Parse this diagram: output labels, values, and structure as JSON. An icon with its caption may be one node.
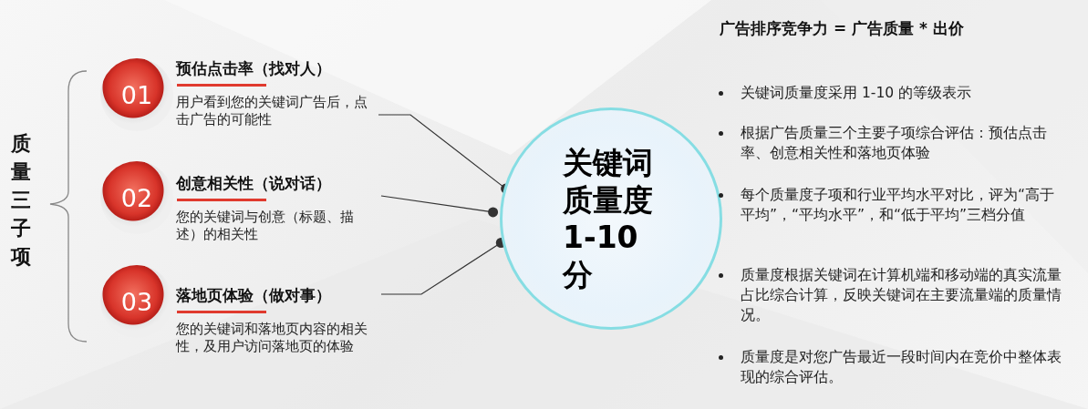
{
  "diagram": {
    "title": "广告排序竞争力 = 广告质量 * 出价",
    "nodes": [
      {
        "text": [
          "01"
        ]
      },
      {
        "text": [
          "预估点击率（找对人）",
          "用户看到您的关键词广告后，点击广告的可能性"
        ]
      },
      {
        "text": [
          "02"
        ]
      },
      {
        "text": [
          "创意相关性（说对话）",
          "您的关键词与创意（标题、描述）的相关性"
        ]
      },
      {
        "text": [
          "03"
        ]
      },
      {
        "text": [
          "落地页体验（做对事）",
          "您的关键词和落地页内容的相关性，及用户访问落地页的体验"
        ]
      },
      {
        "text": [
          "关键词质量度1-10分"
        ]
      }
    ],
    "edges": [
      {
        "from": 1,
        "to": 6,
        "arrow": "other"
      },
      {
        "from": 3,
        "to": 6,
        "arrow": "other"
      },
      {
        "from": 5,
        "to": 6,
        "arrow": "other"
      }
    ],
    "labels": [
      "质量三子项",
      "关键词质量度采用 1-10 的等级表示",
      "根据广告质量三个主要子项综合评估：预估点击率、创意相关性和落地页体验",
      "每个质量度子项和行业平均水平对比，评为“高于平均”，“平均水平”，和“低于平均”三档分值",
      "质量度根据关键词在计算机端和移动端的真实流量占比综合计算，反映关键词在主要流量端的质量情况。",
      "质量度是对您广告最近一段时间内在竞价中整体表现的综合评估。"
    ]
  }
}
